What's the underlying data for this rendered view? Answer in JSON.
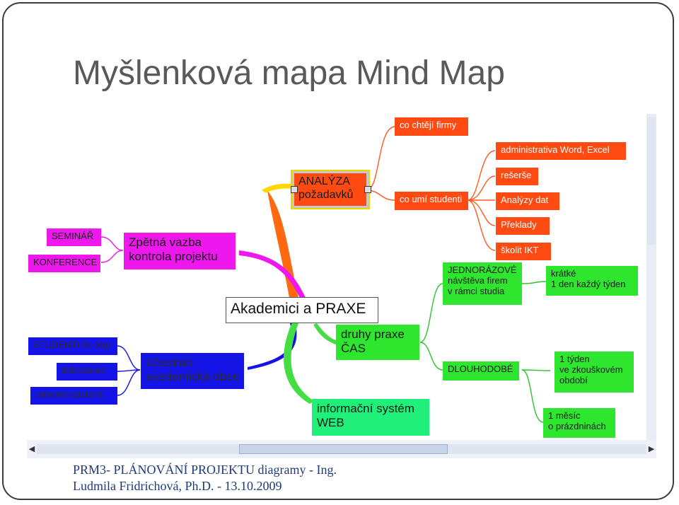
{
  "slide": {
    "title": "Myšlenková mapa Mind Map",
    "footer_line1": "PRM3- PLÁNOVÁNÍ PROJEKTU diagramy - Ing.",
    "footer_line2": "Ludmila Fridrichová, Ph.D. - 13.10.2009"
  },
  "mindmap": {
    "center": "Akademici a PRAXE",
    "analyza": {
      "line1": "ANALÝZA",
      "line2": "požadavků",
      "firmy": "co chtějí firmy",
      "studenti": "co umí studenti",
      "skills": [
        "administrativa Word, Excel",
        "rešerše",
        "Analýzy dat",
        "Překlady",
        "školit IKT"
      ]
    },
    "zpetna": {
      "line1": "Zpětná vazba",
      "line2": "kontrola projektu",
      "seminar": "SEMINÁŘ",
      "konference": "KONFERENCE"
    },
    "ucastnici": {
      "line1": "účastníci",
      "line2": "akedemická obce",
      "children": [
        "STUDENTI Bc Mgr",
        "doktorandi",
        "odborní asistenti"
      ]
    },
    "praxe": {
      "line1": "druhy praxe",
      "line2": "ČAS",
      "jednorazove": [
        "JEDNORÁZOVÉ",
        "návštěva firem",
        "v rámci studia"
      ],
      "kratke": [
        "krátké",
        "1 den každý týden"
      ],
      "dlouhodobe": "DLOUHODOBÉ",
      "tyden": [
        "1 týden",
        "ve zkouškovém",
        "období"
      ],
      "mesic": [
        "1 měsíc",
        "o prázdninách"
      ]
    },
    "informacni": {
      "line1": "informační systém",
      "line2": "WEB"
    }
  },
  "colors": {
    "red": "#ff4a12",
    "magenta": "#ee18ee",
    "blue": "#1414e6",
    "green": "#2ee62e",
    "footer_text": "#1f3a7a",
    "title_text": "#595959"
  }
}
